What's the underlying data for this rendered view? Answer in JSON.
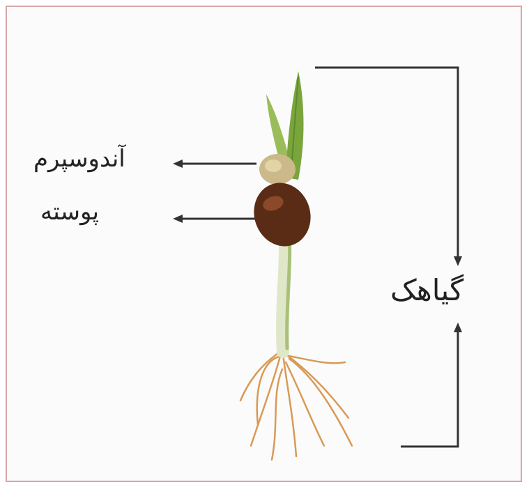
{
  "labels": {
    "endosperm": "آندوسپرم",
    "seed_coat": "پوسته",
    "seedling": "گیاهک"
  },
  "colors": {
    "border": "#d7a6a6",
    "line": "#333333",
    "seed": "#5a2c16",
    "leaf": "#8fb24a",
    "stem": "#dfe7c8",
    "root": "#d99a55"
  }
}
